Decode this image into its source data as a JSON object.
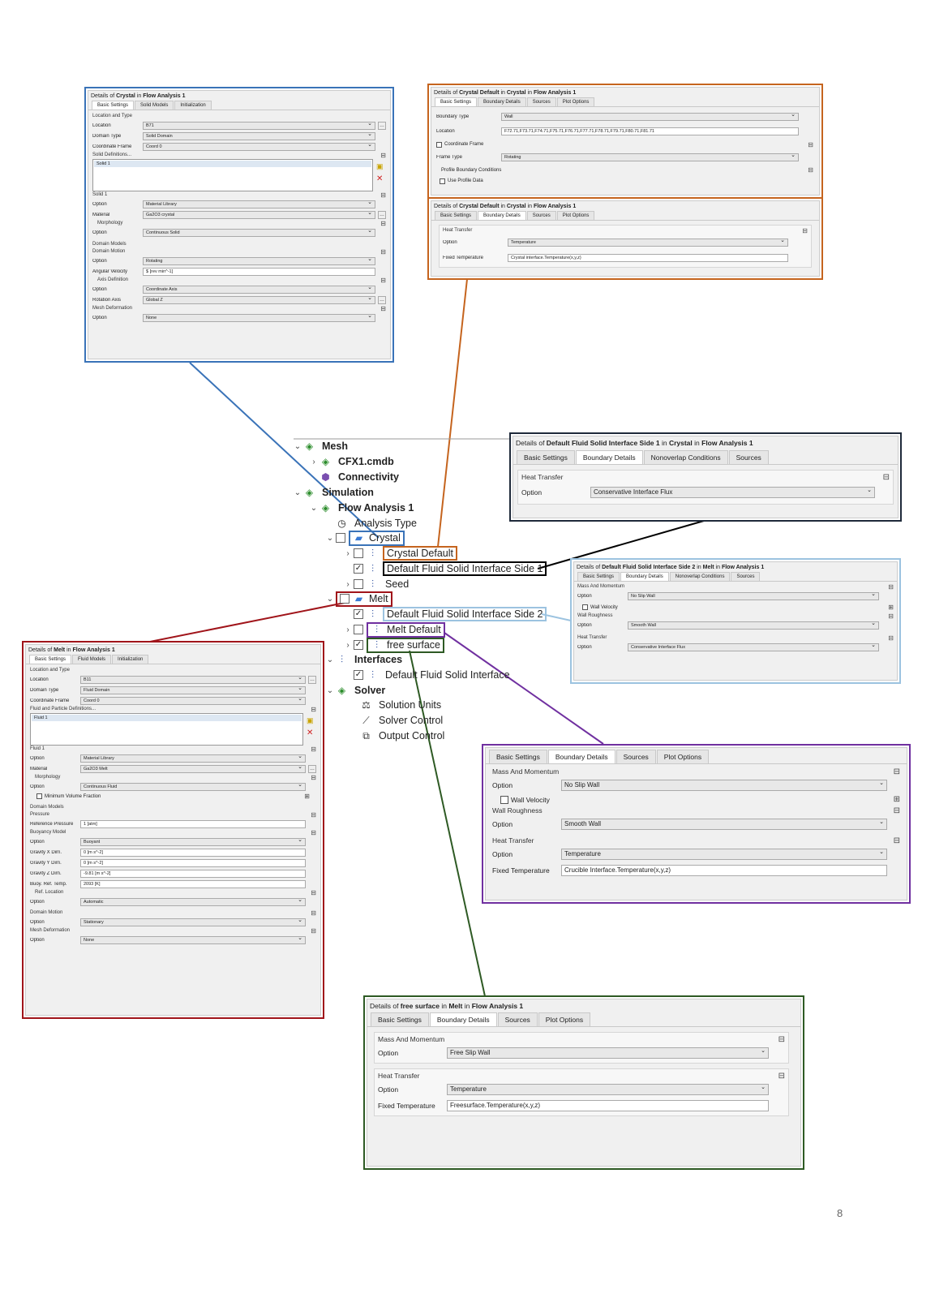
{
  "tree": {
    "mesh": "Mesh",
    "cfx1": "CFX1.cmdb",
    "connectivity": "Connectivity",
    "simulation": "Simulation",
    "flow_analysis": "Flow Analysis 1",
    "analysis_type": "Analysis Type",
    "crystal": "Crystal",
    "crystal_default": "Crystal Default",
    "dfsi_side1": "Default Fluid Solid Interface Side 1",
    "seed": "Seed",
    "melt": "Melt",
    "dfsi_side2": "Default Fluid Solid Interface Side 2",
    "melt_default": "Melt Default",
    "free_surface": "free surface",
    "interfaces": "Interfaces",
    "dfsi": "Default Fluid Solid Interface",
    "solver": "Solver",
    "solution_units": "Solution Units",
    "solver_control": "Solver Control",
    "output_control": "Output Control"
  },
  "crystal_panel": {
    "title_pre": "Details of ",
    "title_obj": "Crystal",
    "title_mid": " in ",
    "title_ctx": "Flow Analysis 1",
    "tabs": [
      "Basic Settings",
      "Solid Models",
      "Initialization"
    ],
    "loc_type": "Location and Type",
    "location_lbl": "Location",
    "location_val": "B71",
    "domain_type_lbl": "Domain Type",
    "domain_type_val": "Solid Domain",
    "coord_lbl": "Coordinate Frame",
    "coord_val": "Coord 0",
    "solid_defs": "Solid Definitions...",
    "solid1_item": "Solid 1",
    "solid1": "Solid 1",
    "option_lbl": "Option",
    "option_val": "Material Library",
    "material_lbl": "Material",
    "material_val": "Ga2O3 crystal",
    "morphology": "Morphology",
    "morph_option_val": "Continuous Solid",
    "domain_models": "Domain Models",
    "domain_motion": "Domain Motion",
    "motion_option_val": "Rotating",
    "ang_vel_lbl": "Angular Velocity",
    "ang_vel_val": "$ [rev min^-1]",
    "axis_def": "Axis Definition",
    "axis_option_val": "Coordinate Axis",
    "rot_axis_lbl": "Rotation Axis",
    "rot_axis_val": "Global Z",
    "mesh_def": "Mesh Deformation",
    "mesh_def_val": "None"
  },
  "crystal_default_bs": {
    "title_pre": "Details of ",
    "title_obj": "Crystal Default",
    "title_mid": " in ",
    "title_mid2": "Crystal",
    "title_mid3": " in ",
    "title_ctx": "Flow Analysis 1",
    "tabs": [
      "Basic Settings",
      "Boundary Details",
      "Sources",
      "Plot Options"
    ],
    "btype_lbl": "Boundary Type",
    "btype_val": "Wall",
    "location_lbl": "Location",
    "location_val": "F72.71,F73.71,F74.71,F75.71,F76.71,F77.71,F78.71,F79.71,F80.71,F81.71",
    "coord_frame": "Coordinate Frame",
    "frame_type_lbl": "Frame Type",
    "frame_type_val": "Rotating",
    "profile_bc": "Profile Boundary Conditions",
    "use_profile": "Use Profile Data"
  },
  "crystal_default_bd": {
    "title_pre": "Details of ",
    "title_obj": "Crystal Default",
    "title_mid": " in ",
    "title_mid2": "Crystal",
    "title_mid3": " in ",
    "title_ctx": "Flow Analysis 1",
    "tabs": [
      "Basic Settings",
      "Boundary Details",
      "Sources",
      "Plot Options"
    ],
    "heat_transfer": "Heat Transfer",
    "option_lbl": "Option",
    "option_val": "Temperature",
    "fixed_temp_lbl": "Fixed Temperature",
    "fixed_temp_val": "Crystal interface.Temperature(x,y,z)"
  },
  "side1_panel": {
    "title_pre": "Details of ",
    "title_obj": "Default Fluid Solid Interface Side 1",
    "title_mid": " in ",
    "title_mid2": "Crystal",
    "title_mid3": " in ",
    "title_ctx": "Flow Analysis 1",
    "tabs": [
      "Basic Settings",
      "Boundary Details",
      "Nonoverlap Conditions",
      "Sources"
    ],
    "heat_transfer": "Heat Transfer",
    "option_lbl": "Option",
    "option_val": "Conservative Interface Flux"
  },
  "side2_panel": {
    "title_pre": "Details of ",
    "title_obj": "Default Fluid Solid Interface Side 2",
    "title_mid": " in ",
    "title_mid2": "Melt",
    "title_mid3": " in ",
    "title_ctx": "Flow Analysis 1",
    "tabs": [
      "Basic Settings",
      "Boundary Details",
      "Nonoverlap Conditions",
      "Sources"
    ],
    "mass_momentum": "Mass And Momentum",
    "option_lbl": "Option",
    "mm_val": "No Slip Wall",
    "wall_velocity": "Wall Velocity",
    "wall_roughness": "Wall Roughness",
    "wr_val": "Smooth Wall",
    "heat_transfer": "Heat Transfer",
    "ht_val": "Conservative Interface Flux"
  },
  "melt_default_panel": {
    "tabs": [
      "Basic Settings",
      "Boundary Details",
      "Sources",
      "Plot Options"
    ],
    "mass_momentum": "Mass And Momentum",
    "option_lbl": "Option",
    "mm_val": "No Slip Wall",
    "wall_velocity": "Wall Velocity",
    "wall_roughness": "Wall Roughness",
    "wr_val": "Smooth Wall",
    "heat_transfer": "Heat Transfer",
    "ht_val": "Temperature",
    "fixed_temp_lbl": "Fixed Temperature",
    "fixed_temp_val": "Crucible Interface.Temperature(x,y,z)"
  },
  "melt_panel": {
    "title_pre": "Details of ",
    "title_obj": "Melt",
    "title_mid": " in ",
    "title_ctx": "Flow Analysis 1",
    "tabs": [
      "Basic Settings",
      "Fluid Models",
      "Initialization"
    ],
    "loc_type": "Location and Type",
    "location_lbl": "Location",
    "location_val": "B11",
    "domain_type_lbl": "Domain Type",
    "domain_type_val": "Fluid Domain",
    "coord_lbl": "Coordinate Frame",
    "coord_val": "Coord 0",
    "fluid_defs": "Fluid and Particle Definitions...",
    "fluid1_item": "Fluid 1",
    "fluid1": "Fluid 1",
    "option_lbl": "Option",
    "option_val": "Material Library",
    "material_lbl": "Material",
    "material_val": "Ga2O3 Melt",
    "morphology": "Morphology",
    "morph_option_val": "Continuous Fluid",
    "min_vol": "Minimum Volume Fraction",
    "domain_models": "Domain Models",
    "pressure": "Pressure",
    "ref_pressure_lbl": "Reference Pressure",
    "ref_pressure_val": "1 [atm]",
    "buoyancy": "Buoyancy Model",
    "buoy_option_val": "Buoyant",
    "gx_lbl": "Gravity X Dirn.",
    "gx_val": "0 [m s^-2]",
    "gy_lbl": "Gravity Y Dirn.",
    "gy_val": "0 [m s^-2]",
    "gz_lbl": "Gravity Z Dirn.",
    "gz_val": "-9.81 [m s^-2]",
    "buoy_temp_lbl": "Buoy. Ref. Temp.",
    "buoy_temp_val": "2093 [K]",
    "ref_location": "Ref. Location",
    "ref_loc_option_val": "Automatic",
    "domain_motion": "Domain Motion",
    "motion_option_val": "Stationary",
    "mesh_def": "Mesh Deformation",
    "mesh_def_val": "None"
  },
  "free_surface_panel": {
    "title_pre": "Details of ",
    "title_obj": "free surface",
    "title_mid": " in ",
    "title_mid2": "Melt",
    "title_mid3": " in ",
    "title_ctx": "Flow Analysis 1",
    "tabs": [
      "Basic Settings",
      "Boundary Details",
      "Sources",
      "Plot Options"
    ],
    "mass_momentum": "Mass And Momentum",
    "option_lbl": "Option",
    "mm_val": "Free Slip Wall",
    "heat_transfer": "Heat Transfer",
    "ht_val": "Temperature",
    "fixed_temp_lbl": "Fixed Temperature",
    "fixed_temp_val": "Freesurface.Temperature(x,y,z)"
  },
  "page_number": "8",
  "colors": {
    "crystal": "#3a73b8",
    "crystal_default": "#c5641e",
    "side1": "#1f2a3a",
    "side2": "#9cc3e0",
    "melt": "#a0141a",
    "melt_default": "#7030a0",
    "free_surface": "#2e5a24"
  }
}
